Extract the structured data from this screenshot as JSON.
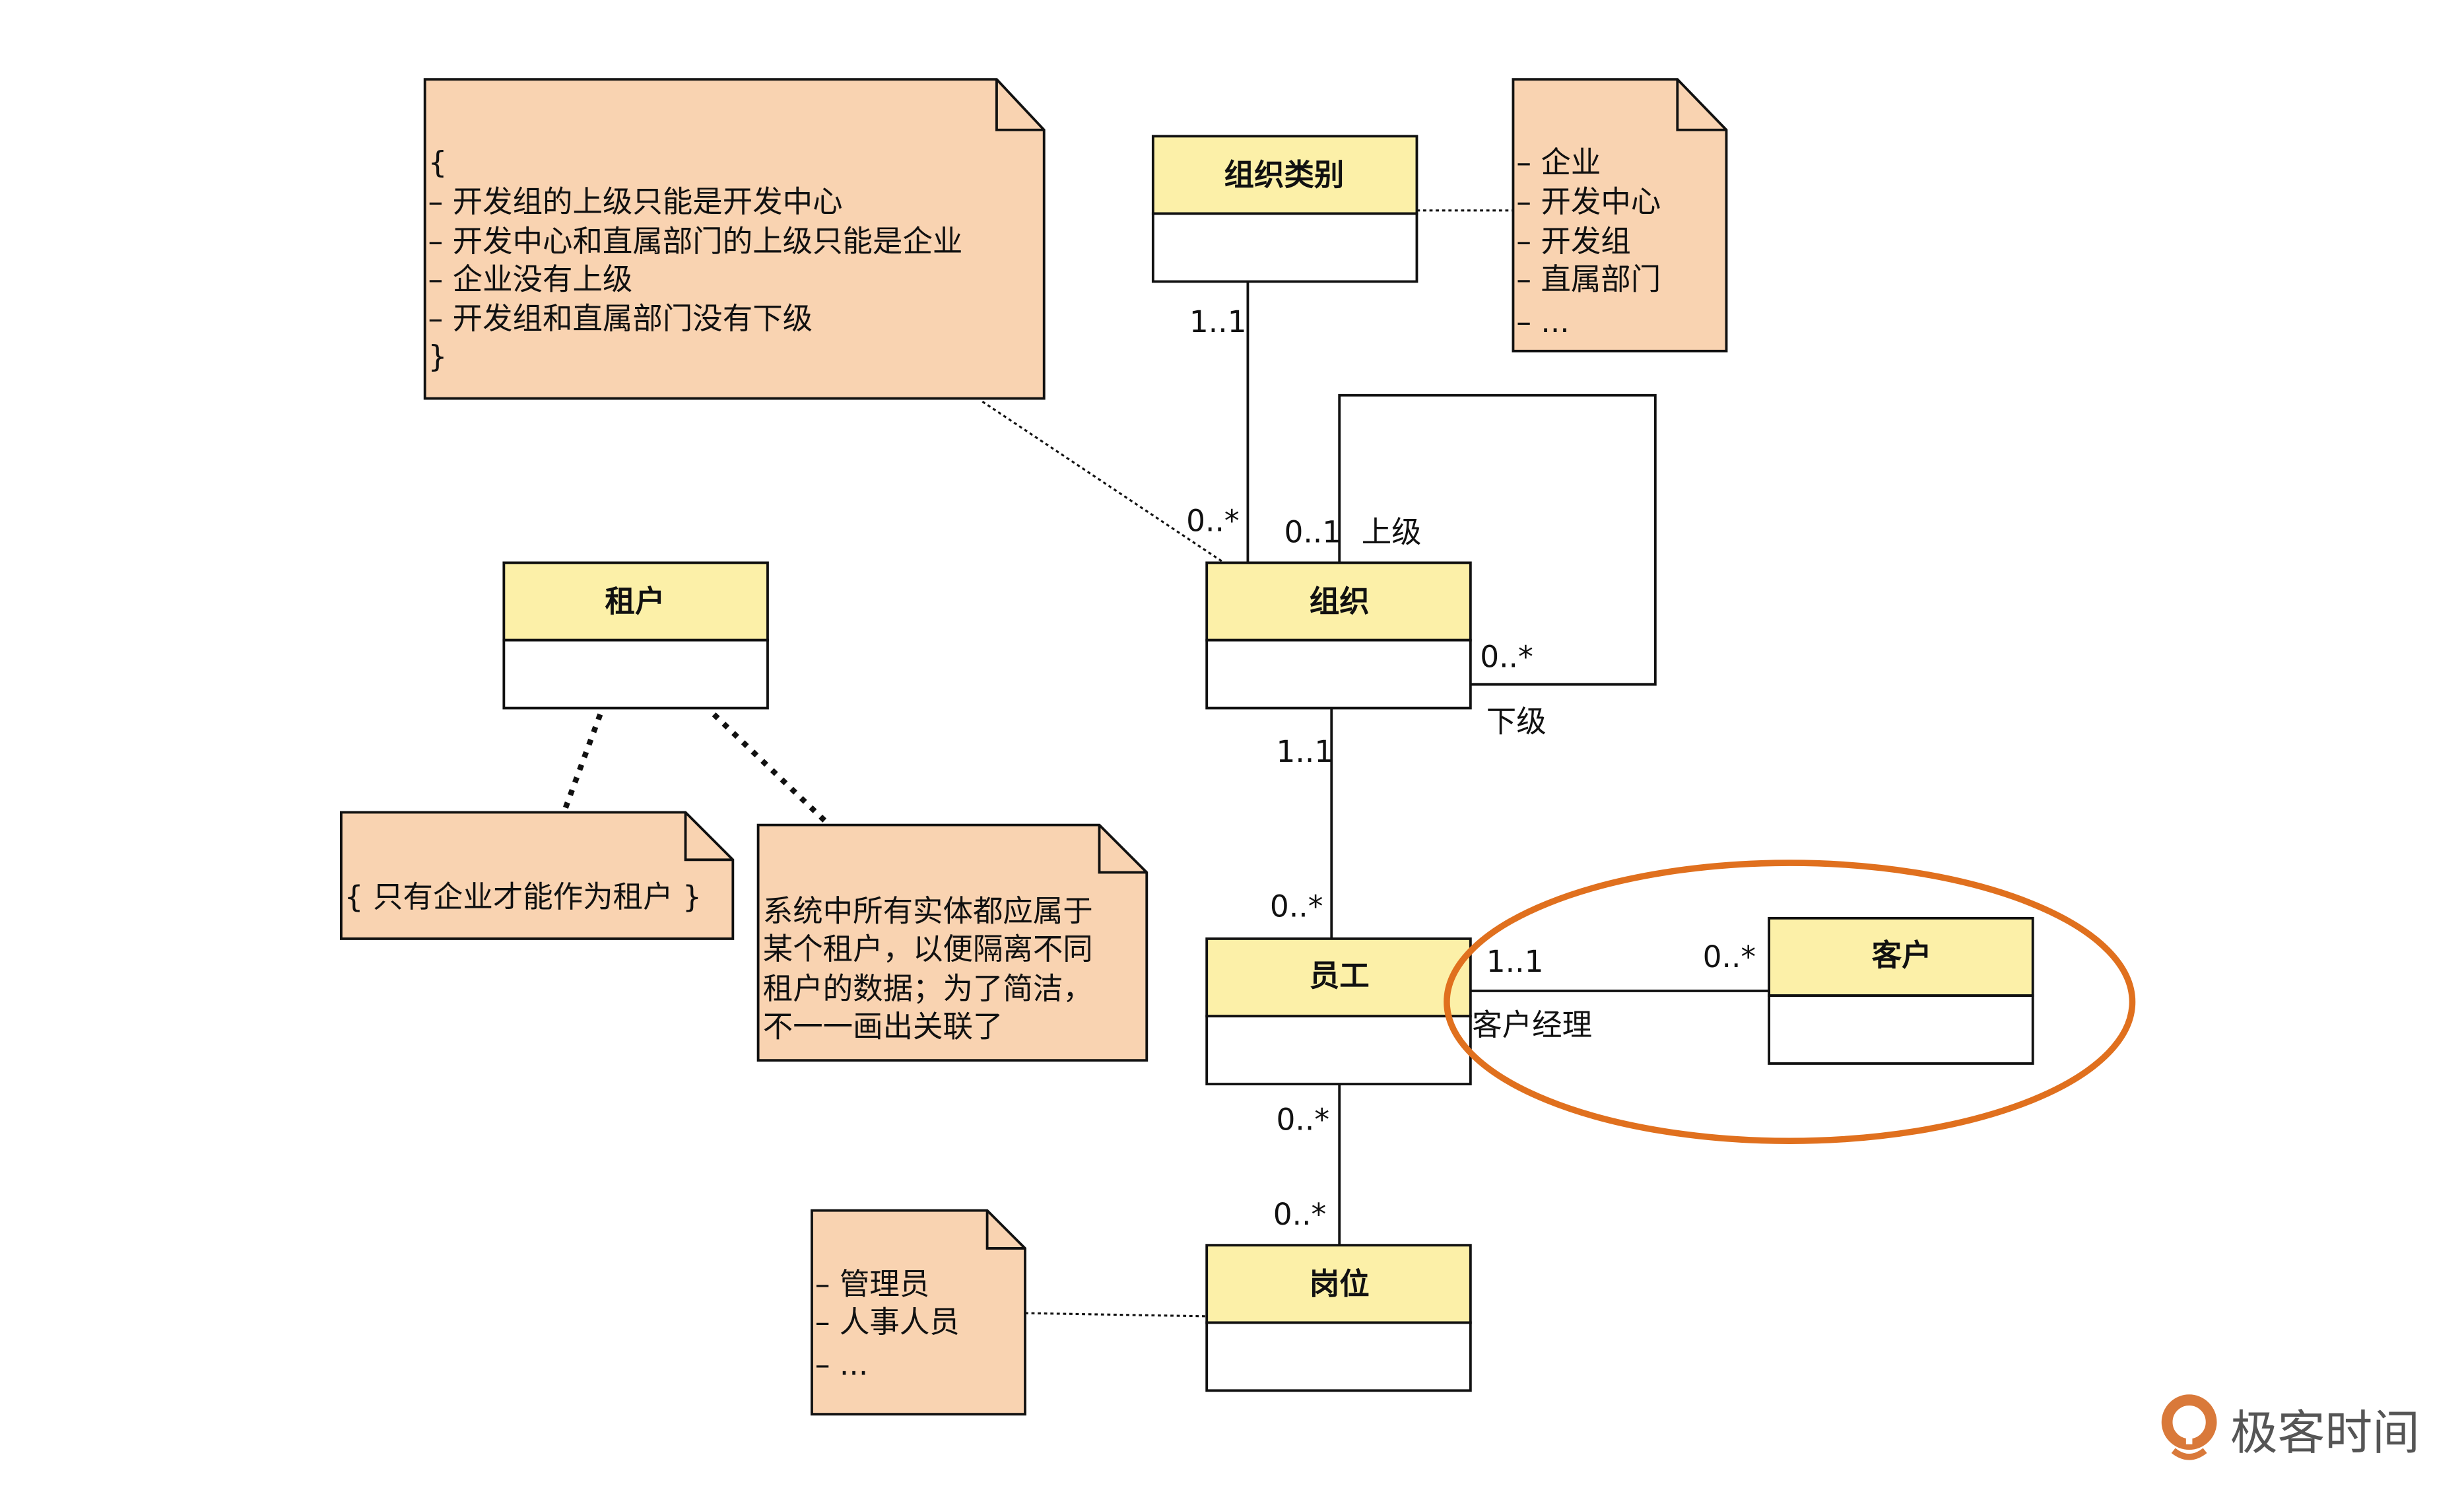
{
  "classes": {
    "org_type": "组织类别",
    "org": "组织",
    "tenant": "租户",
    "employee": "员工",
    "customer": "客户",
    "position": "岗位"
  },
  "notes": {
    "org_constraints": [
      "{",
      "– 开发组的上级只能是开发中心",
      "– 开发中心和直属部门的上级只能是企业",
      "– 企业没有上级",
      "– 开发组和直属部门没有下级",
      "}"
    ],
    "org_types": [
      "– 企业",
      "– 开发中心",
      "– 开发组",
      "– 直属部门",
      "– ..."
    ],
    "tenant_constraint": "{ 只有企业才能作为租户 }",
    "tenant_desc": [
      "系统中所有实体都应属于",
      "某个租户，以便隔离不同",
      "租户的数据；为了简洁，",
      "不一一画出关联了"
    ],
    "positions": [
      "– 管理员",
      "– 人事人员",
      "– ..."
    ]
  },
  "associations": {
    "orgtype_org": {
      "from_mult": "1..1",
      "to_mult": "0..*"
    },
    "org_self": {
      "parent_mult": "0..1",
      "parent_role": "上级",
      "child_mult": "0..*",
      "child_role": "下级"
    },
    "org_employee": {
      "from_mult": "1..1",
      "to_mult": "0..*"
    },
    "employee_customer": {
      "from_mult": "1..1",
      "to_mult": "0..*",
      "role": "客户经理"
    },
    "employee_position": {
      "from_mult": "0..*",
      "to_mult": "0..*"
    }
  },
  "highlight_color": "#E0701E",
  "logo": {
    "text": "极客时间"
  }
}
